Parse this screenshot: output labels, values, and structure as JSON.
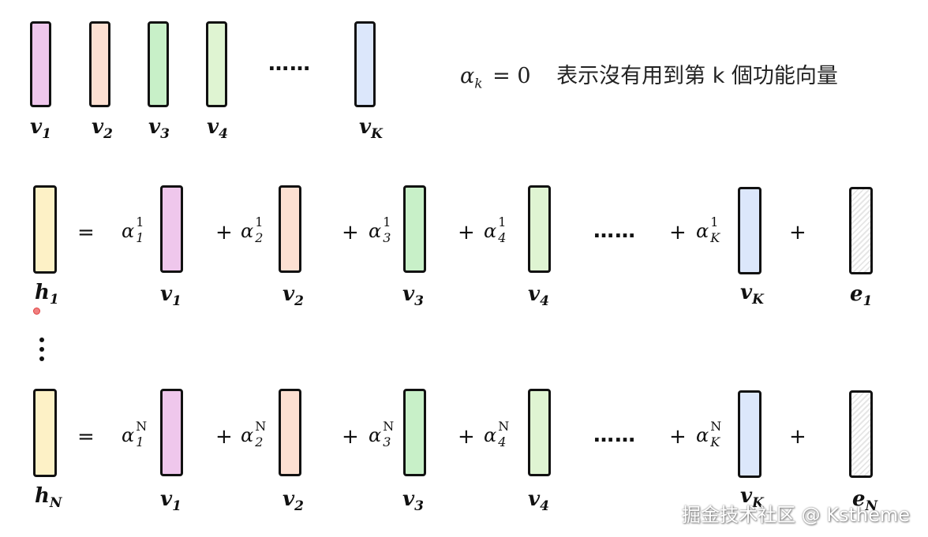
{
  "colors": {
    "v1": "#efc7ec",
    "v2": "#fde0d2",
    "v3": "#c8f0c8",
    "v4": "#dff4d2",
    "vK": "#dce7fb",
    "h": "#fdf1c6",
    "e": "hatched-gray"
  },
  "top": {
    "labels": {
      "v1": "v",
      "v1_sub": "1",
      "v2": "v",
      "v2_sub": "2",
      "v3": "v",
      "v3_sub": "3",
      "v4": "v",
      "v4_sub": "4",
      "vK": "v",
      "vK_sub": "K"
    },
    "ellipsis": "……",
    "caption": {
      "alpha": "α",
      "sub": "k",
      "eq": "= 0",
      "text": "表示沒有用到第 k 個功能向量"
    }
  },
  "row1": {
    "h_label": "h",
    "h_sub": "1",
    "equals": "=",
    "plus": "+",
    "ellipsis": "……",
    "coef_symbol": "α",
    "coef_sup": "1",
    "subs": [
      "1",
      "2",
      "3",
      "4",
      "K"
    ],
    "v_label": "v",
    "v_subs": [
      "1",
      "2",
      "3",
      "4",
      "K"
    ],
    "e_label": "e",
    "e_sub": "1"
  },
  "rowN": {
    "h_label": "h",
    "h_sub": "N",
    "equals": "=",
    "plus": "+",
    "ellipsis": "……",
    "coef_symbol": "α",
    "coef_sup": "N",
    "subs": [
      "1",
      "2",
      "3",
      "4",
      "K"
    ],
    "v_label": "v",
    "v_subs": [
      "1",
      "2",
      "3",
      "4",
      "K"
    ],
    "e_label": "e",
    "e_sub": "N"
  },
  "watermark": "掘金技术社区 @ Kstheme"
}
